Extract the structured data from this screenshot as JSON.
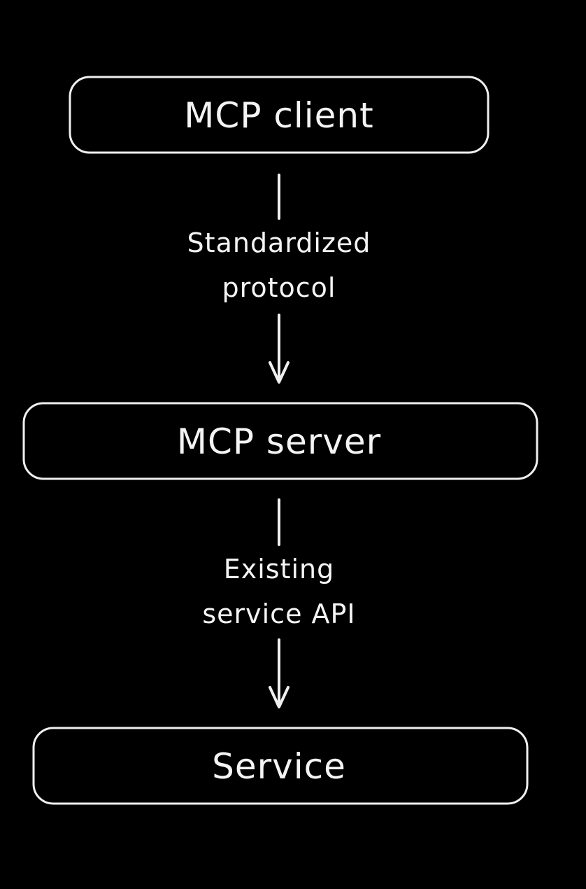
{
  "colors": {
    "background": "#000000",
    "stroke": "#efefef",
    "text": "#f4f4f4"
  },
  "nodes": {
    "client": {
      "label": "MCP client"
    },
    "server": {
      "label": "MCP server"
    },
    "service": {
      "label": "Service"
    }
  },
  "edges": {
    "client_to_server": {
      "label_line_1": "Standardized",
      "label_line_2": "protocol"
    },
    "server_to_service": {
      "label_line_1": "Existing",
      "label_line_2": "service API"
    }
  }
}
